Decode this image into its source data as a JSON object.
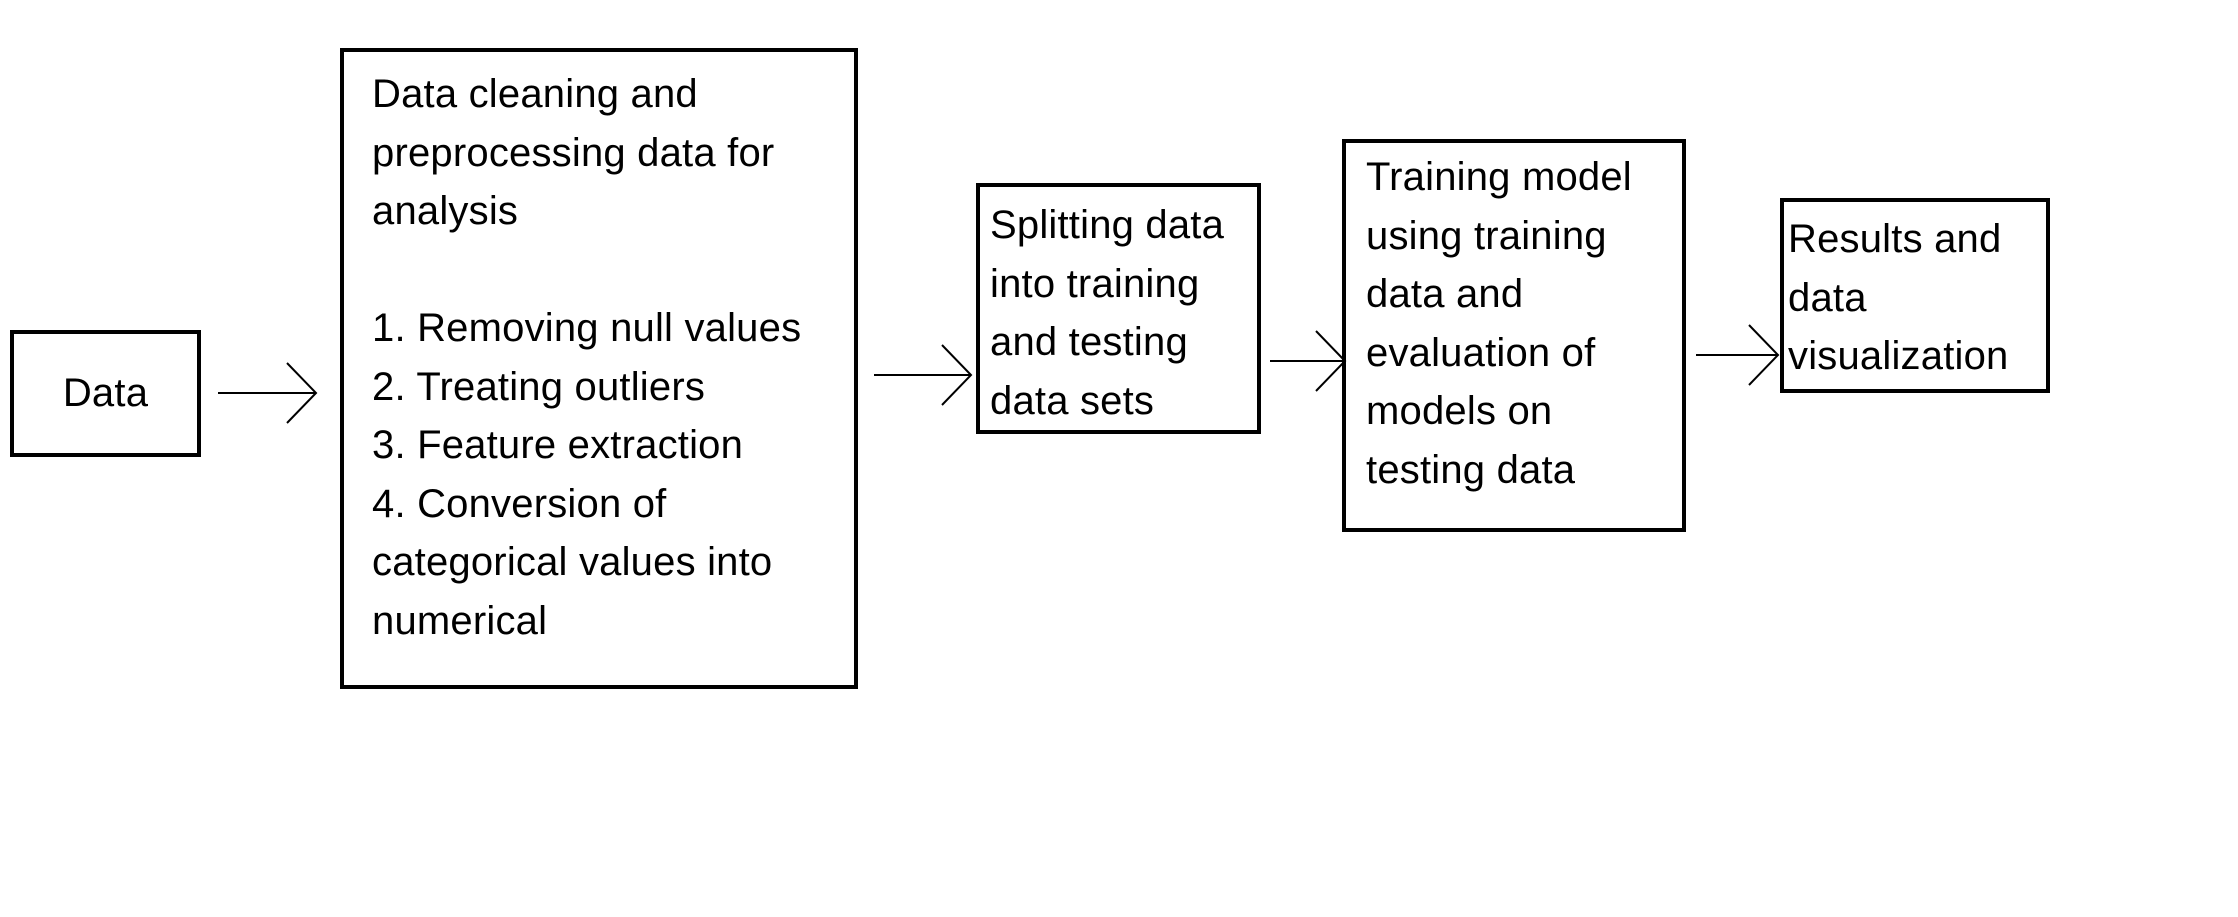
{
  "nodes": {
    "data": {
      "text": "Data"
    },
    "cleaning": {
      "intro": [
        "Data cleaning and",
        "preprocessing data for",
        "analysis"
      ],
      "steps": [
        "1. Removing null values",
        "2. Treating outliers",
        "3. Feature extraction",
        "4. Conversion of",
        "categorical values into",
        "numerical"
      ]
    },
    "splitting": {
      "lines": [
        "Splitting data",
        "into training",
        "and testing",
        "data sets"
      ]
    },
    "training": {
      "lines": [
        "Training model",
        "using training",
        "data and",
        "evaluation of",
        "models on",
        "testing data"
      ]
    },
    "results": {
      "lines": [
        "Results and",
        "data",
        "visualization"
      ]
    }
  },
  "edges": [
    {
      "from": "data",
      "to": "cleaning"
    },
    {
      "from": "cleaning",
      "to": "splitting"
    },
    {
      "from": "splitting",
      "to": "training"
    },
    {
      "from": "training",
      "to": "results"
    }
  ],
  "colors": {
    "stroke": "#000000",
    "background": "#ffffff"
  }
}
